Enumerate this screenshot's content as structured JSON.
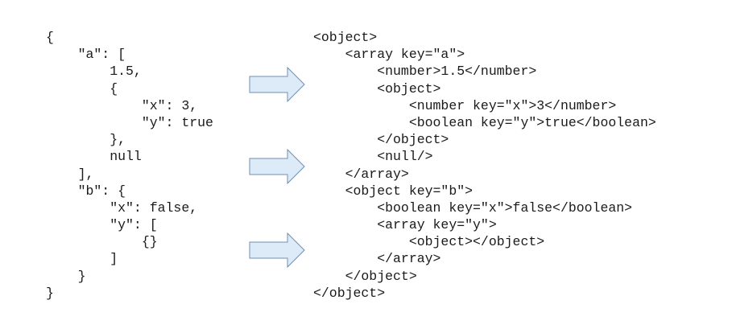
{
  "json_code": {
    "lines": [
      "{",
      "    \"a\": [",
      "        1.5,",
      "        {",
      "            \"x\": 3,",
      "            \"y\": true",
      "        },",
      "        null",
      "    ],",
      "    \"b\": {",
      "        \"x\": false,",
      "        \"y\": [",
      "            {}",
      "        ]",
      "    }",
      "}"
    ]
  },
  "xml_code": {
    "lines": [
      "<object>",
      "    <array key=\"a\">",
      "        <number>1.5</number>",
      "        <object>",
      "            <number key=\"x\">3</number>",
      "            <boolean key=\"y\">true</boolean>",
      "        </object>",
      "        <null/>",
      "    </array>",
      "    <object key=\"b\">",
      "        <boolean key=\"x\">false</boolean>",
      "        <array key=\"y\">",
      "            <object></object>",
      "        </array>",
      "    </object>",
      "</object>"
    ]
  },
  "arrows": [
    {
      "icon": "right-arrow-icon",
      "fill": "#dcebf7",
      "stroke": "#6f8fb0"
    },
    {
      "icon": "right-arrow-icon",
      "fill": "#dcebf7",
      "stroke": "#6f8fb0"
    },
    {
      "icon": "right-arrow-icon",
      "fill": "#dcebf7",
      "stroke": "#6f8fb0"
    }
  ]
}
